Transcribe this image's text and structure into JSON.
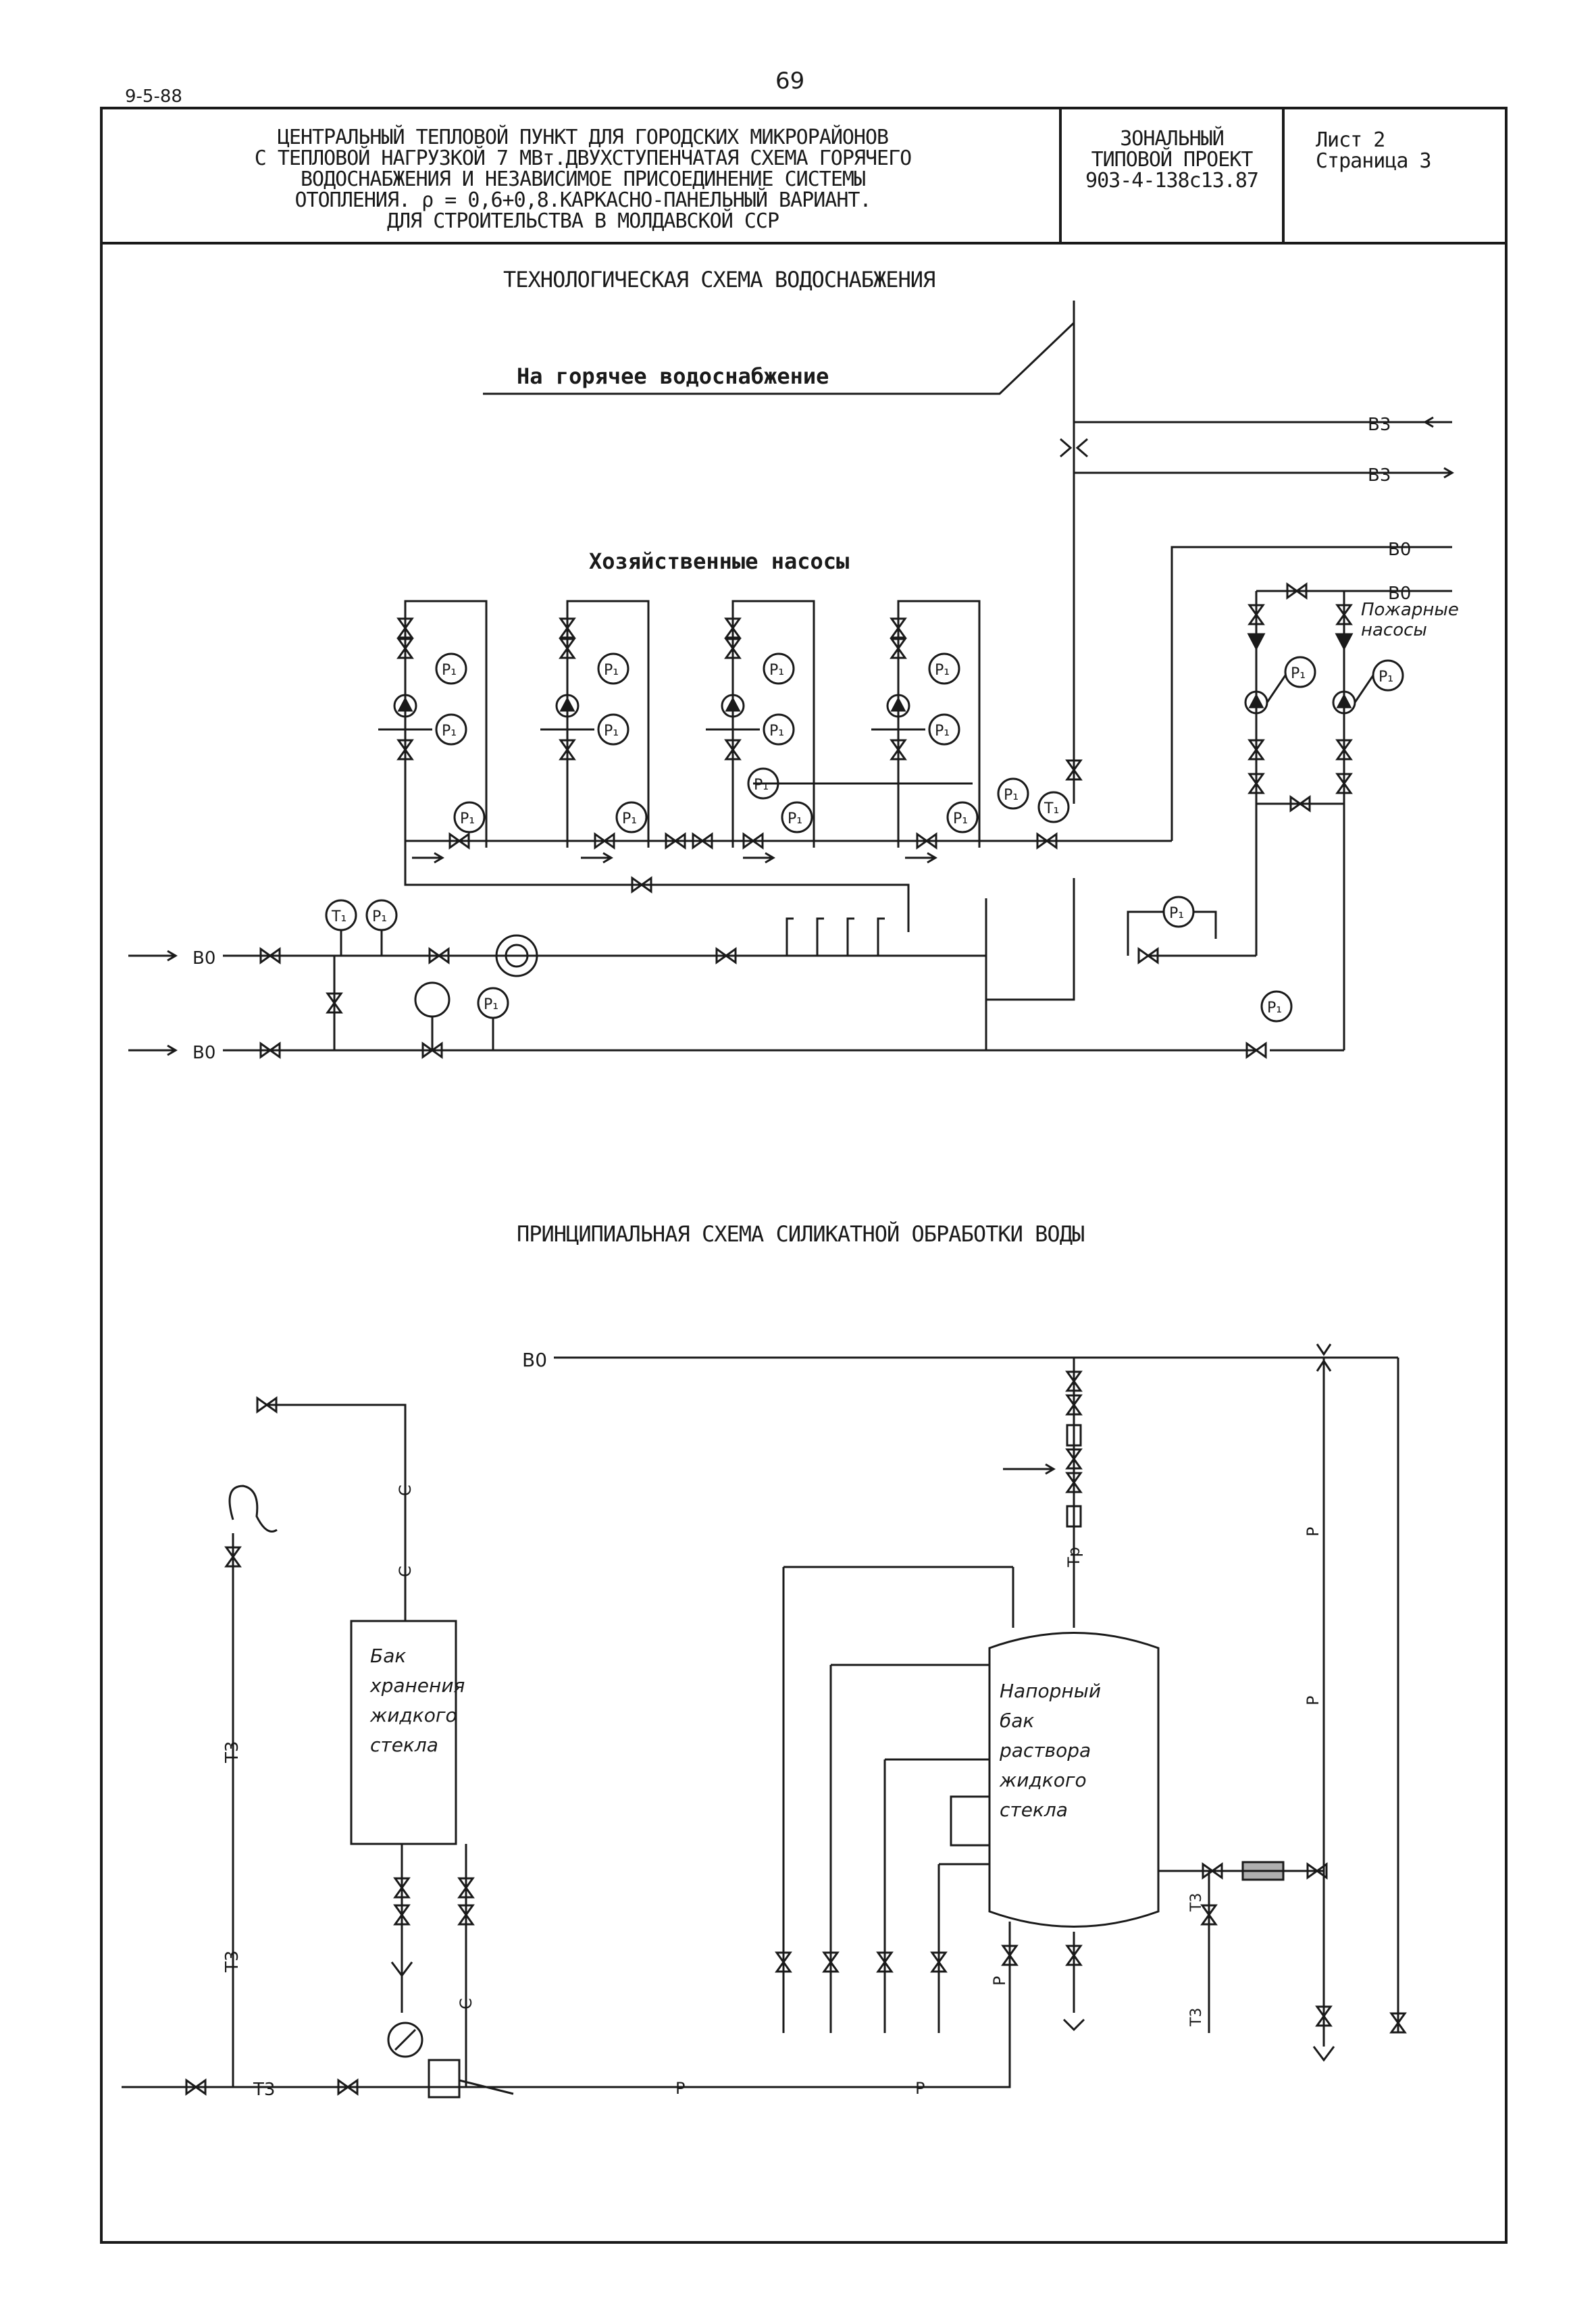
{
  "header": {
    "doc_id": "9-5-88",
    "page_number": "69"
  },
  "title_block": {
    "title_lines": [
      "ЦЕНТРАЛЬНЫЙ ТЕПЛОВОЙ ПУНКТ ДЛЯ ГОРОДСКИХ МИКРОРАЙОНОВ",
      "С ТЕПЛОВОЙ НАГРУЗКОЙ 7 МВт.ДВУХСТУПЕНЧАТАЯ СХЕМА ГОРЯЧЕГО",
      "ВОДОСНАБЖЕНИЯ И НЕЗАВИСИМОЕ ПРИСОЕДИНЕНИЕ СИСТЕМЫ",
      "ОТОПЛЕНИЯ. ρ = 0,6+0,8.КАРКАСНО-ПАНЕЛЬНЫЙ ВАРИАНТ.",
      "ДЛЯ СТРОИТЕЛЬСТВА В МОЛДАВСКОЙ ССР"
    ],
    "project_lines": [
      "ЗОНАЛЬНЫЙ",
      "ТИПОВОЙ ПРОЕКТ",
      "903-4-138с13.87"
    ],
    "sheet_lines": [
      "Лист 2",
      "Страница 3"
    ]
  },
  "section1": {
    "title": "ТЕХНОЛОГИЧЕСКАЯ СХЕМА ВОДОСНАБЖЕНИЯ",
    "hot_water_label": "На горячее водоснабжение",
    "household_pumps_label": "Хозяйственные насосы",
    "fire_pumps_label": [
      "Пожарные",
      "насосы"
    ],
    "line_b3": "В3",
    "line_b0": "В0",
    "gauge_p": "P₁",
    "gauge_t": "T₁"
  },
  "section2": {
    "title": "ПРИНЦИПИАЛЬНАЯ СХЕМА СИЛИКАТНОЙ ОБРАБОТКИ ВОДЫ",
    "line_b0": "В0",
    "storage_tank": [
      "Бак",
      "хранения",
      "жидкого",
      "стекла"
    ],
    "pressure_tank": [
      "Напорный",
      "бак",
      "раствора",
      "жидкого",
      "стекла"
    ],
    "line_c": "С",
    "line_p": "Р",
    "line_t3": "Т3",
    "line_tp": "Тр"
  },
  "colors": {
    "ink": "#1a1a1a",
    "paper": "#ffffff"
  }
}
